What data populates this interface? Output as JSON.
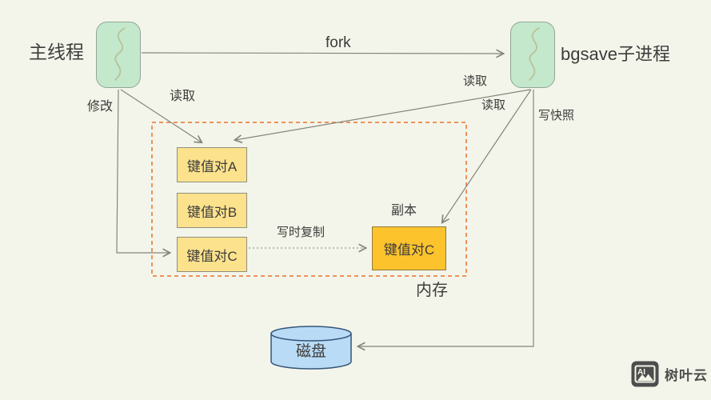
{
  "nodes": {
    "main_thread": "主线程",
    "bgsave_process": "bgsave子进程",
    "kv_a": "键值对A",
    "kv_b": "键值对B",
    "kv_c": "键值对C",
    "kv_c_copy": "键值对C",
    "copy_tag": "副本",
    "memory_region": "内存",
    "disk": "磁盘"
  },
  "edges": {
    "fork": "fork",
    "modify": "修改",
    "read_from_main": "读取",
    "read_from_bgsave_upper": "读取",
    "read_from_bgsave_lower": "读取",
    "write_snapshot": "写快照",
    "copy_on_write": "写时复制"
  },
  "watermark": {
    "icon_text": "AI",
    "brand": "树叶云"
  },
  "colors": {
    "background": "#f4f5ea",
    "process_fill": "#c4e8cc",
    "process_border": "#8fa596",
    "kv_fill": "#fce28c",
    "copy_fill": "#fcc32d",
    "disk_fill": "#badbf5",
    "disk_border": "#33557a",
    "memory_dash": "#e8732a",
    "edge_line": "#85857b",
    "text": "#3c3c3c"
  }
}
